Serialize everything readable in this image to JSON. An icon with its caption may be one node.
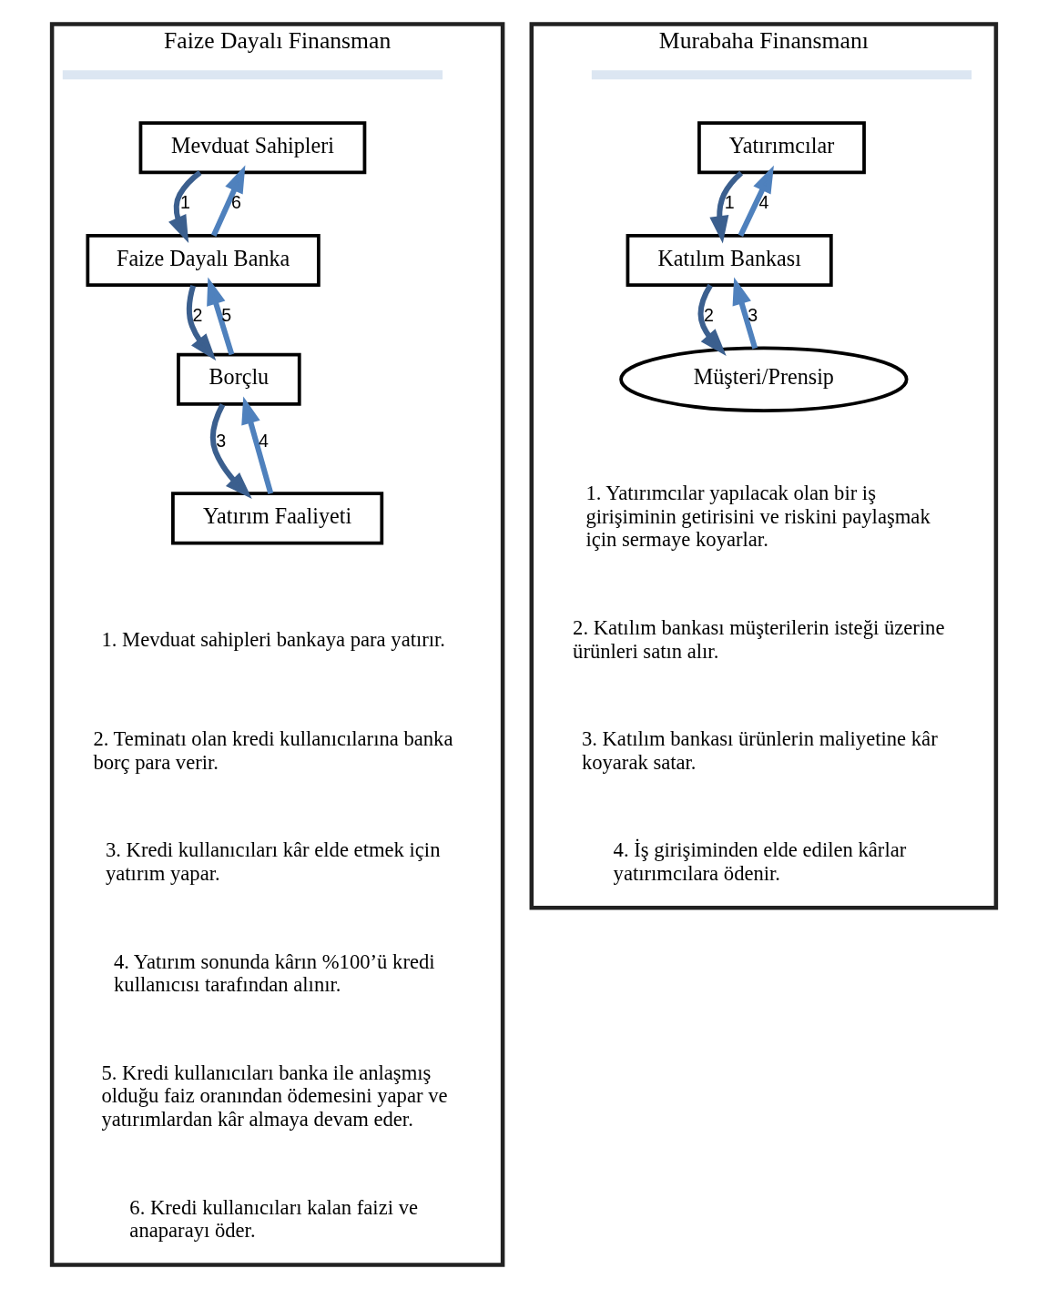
{
  "diagram": {
    "nodes": [
      {
        "text": [
          "Faize Dayalı Finansman"
        ]
      },
      {
        "text": [
          "Mevduat Sahipleri"
        ],
        "in": 0
      },
      {
        "text": [
          "Faize Dayalı Banka"
        ],
        "in": 0
      },
      {
        "text": [
          "Borçlu"
        ],
        "in": 0
      },
      {
        "text": [
          "Yatırım Faaliyeti"
        ],
        "in": 0
      },
      {
        "text": [
          "Murabaha Finansmanı"
        ]
      },
      {
        "text": [
          "Yatırımcılar"
        ],
        "in": 5
      },
      {
        "text": [
          "Katılım Bankası"
        ],
        "in": 5
      },
      {
        "text": [
          "Müşteri/Prensip"
        ],
        "in": 5
      }
    ],
    "edges": [
      {
        "from": 1,
        "to": 2,
        "arrow": "to",
        "label": "1",
        "color": "#3b5f8e"
      },
      {
        "from": 2,
        "to": 1,
        "arrow": "to",
        "label": "6",
        "color": "#4f81bd"
      },
      {
        "from": 2,
        "to": 3,
        "arrow": "to",
        "label": "2",
        "color": "#3b5f8e"
      },
      {
        "from": 3,
        "to": 2,
        "arrow": "to",
        "label": "5",
        "color": "#4f81bd"
      },
      {
        "from": 3,
        "to": 4,
        "arrow": "to",
        "label": "3",
        "color": "#3b5f8e"
      },
      {
        "from": 4,
        "to": 3,
        "arrow": "to",
        "label": "4",
        "color": "#4f81bd"
      },
      {
        "from": 6,
        "to": 7,
        "arrow": "to",
        "label": "1",
        "color": "#3b5f8e"
      },
      {
        "from": 7,
        "to": 6,
        "arrow": "to",
        "label": "4",
        "color": "#4f81bd"
      },
      {
        "from": 7,
        "to": 8,
        "arrow": "to",
        "label": "2",
        "color": "#3b5f8e"
      },
      {
        "from": 8,
        "to": 7,
        "arrow": "to",
        "label": "3",
        "color": "#4f81bd"
      }
    ],
    "labels": [
      "1. Mevduat sahipleri bankaya para yatırır.",
      "2. Teminatı olan kredi kullanıcılarına banka borç para verir.",
      "3. Kredi kullanıcıları kâr elde etmek için yatırım yapar.",
      "4. Yatırım sonunda kârın %100’ü kredi kullanıcısı tarafından alınır.",
      "5. Kredi kullanıcıları banka ile anlaşmış olduğu faiz oranından ödemesini yapar ve yatırımlardan kâr almaya devam eder.",
      "6. Kredi kullanıcıları kalan faizi ve anaparayı öder.",
      "1. Yatırımcılar yapılacak olan bir iş girişiminin getirisini ve riskini paylaşmak için sermaye koyarlar.",
      "2. Katılım bankası müşterilerin isteği üzerine ürünleri satın alır.",
      "3. Katılım bankası ürünlerin maliyetine kâr koyarak satar.",
      "4. İş girişiminden elde edilen kârlar yatırımcılara ödenir."
    ]
  }
}
